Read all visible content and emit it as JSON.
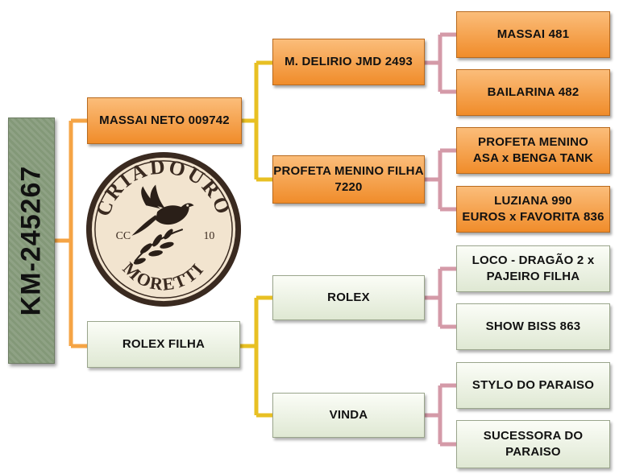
{
  "root": {
    "label": "KM-245267"
  },
  "parents": {
    "sire": {
      "label": "MASSAI NETO 009742"
    },
    "dam": {
      "label": "ROLEX FILHA"
    }
  },
  "grandparents": {
    "sire_sire": {
      "label": "M. DELIRIO JMD 2493"
    },
    "sire_dam": {
      "label": "PROFETA MENINO FILHA\n7220"
    },
    "dam_sire": {
      "label": "ROLEX"
    },
    "dam_dam": {
      "label": "VINDA"
    }
  },
  "great_grandparents": {
    "ggp1": {
      "label": "MASSAI 481"
    },
    "ggp2": {
      "label": "BAILARINA 482"
    },
    "ggp3": {
      "label": "PROFETA MENINO\nASA x BENGA TANK"
    },
    "ggp4": {
      "label": "LUZIANA 990\nEUROS x FAVORITA 836"
    },
    "ggp5": {
      "label": "LOCO - DRAGÃO 2 x\nPAJEIRO FILHA"
    },
    "ggp6": {
      "label": "SHOW BISS 863"
    },
    "ggp7": {
      "label": "STYLO DO PARAISO"
    },
    "ggp8": {
      "label": "SUCESSORA DO\nPARAISO"
    }
  },
  "logo": {
    "top": "CRIADOURO",
    "bottom": "MORETTI",
    "left": "CC",
    "right": "10"
  },
  "colors": {
    "connector_orange": "#f5a445",
    "connector_yellow": "#e8c023",
    "connector_pink": "#d49aa8",
    "logo_ring": "#3a2a20",
    "logo_fill": "#f2e4cf"
  }
}
